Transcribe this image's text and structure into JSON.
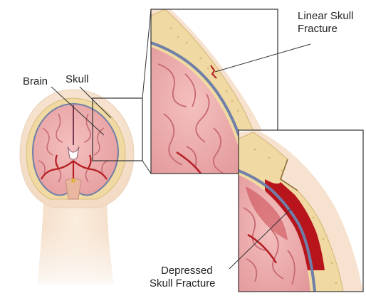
{
  "labels": {
    "brain": "Brain",
    "skull": "Skull",
    "linear_line1": "Linear Skull",
    "linear_line2": "Fracture",
    "depressed_line1": "Depressed",
    "depressed_line2": "Skull Fracture"
  },
  "colors": {
    "skin": "#f8e6d4",
    "skull_bone": "#f0d9a2",
    "brain": "#eaa6a6",
    "brain_fold": "#c76a72",
    "vessel": "#b51e22",
    "dura": "#6f7fa8",
    "hemorrhage": "#b8141c"
  }
}
